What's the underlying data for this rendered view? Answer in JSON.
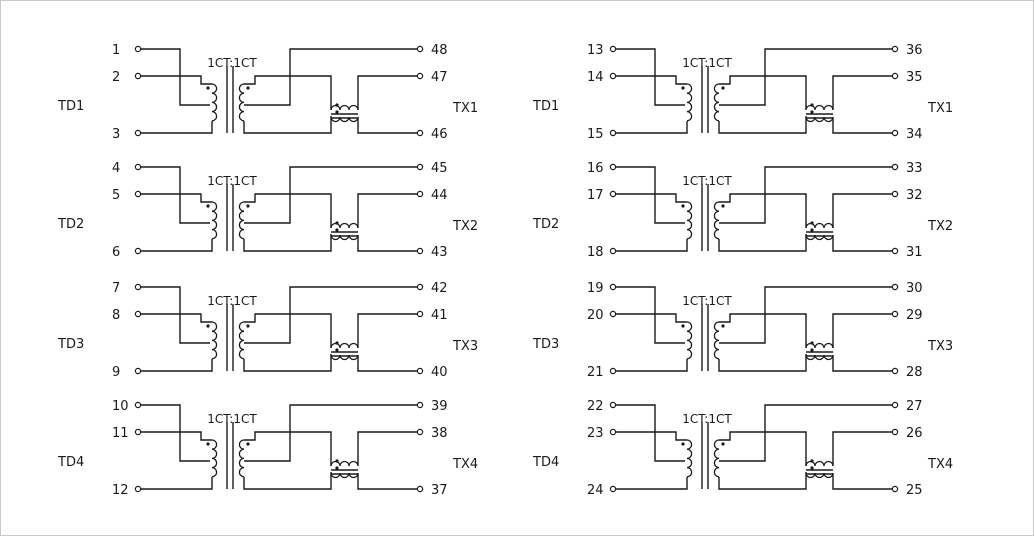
{
  "ratio_label": "1CT:1CT",
  "channels": [
    {
      "td": "TD1",
      "tx": "TX1",
      "left": [
        "1",
        "2",
        "3"
      ],
      "right": [
        "48",
        "47",
        "46"
      ]
    },
    {
      "td": "TD2",
      "tx": "TX2",
      "left": [
        "4",
        "5",
        "6"
      ],
      "right": [
        "45",
        "44",
        "43"
      ]
    },
    {
      "td": "TD3",
      "tx": "TX3",
      "left": [
        "7",
        "8",
        "9"
      ],
      "right": [
        "42",
        "41",
        "40"
      ]
    },
    {
      "td": "TD4",
      "tx": "TX4",
      "left": [
        "10",
        "11",
        "12"
      ],
      "right": [
        "39",
        "38",
        "37"
      ]
    },
    {
      "td": "TD1",
      "tx": "TX1",
      "left": [
        "13",
        "14",
        "15"
      ],
      "right": [
        "36",
        "35",
        "34"
      ]
    },
    {
      "td": "TD2",
      "tx": "TX2",
      "left": [
        "16",
        "17",
        "18"
      ],
      "right": [
        "33",
        "32",
        "31"
      ]
    },
    {
      "td": "TD3",
      "tx": "TX3",
      "left": [
        "19",
        "20",
        "21"
      ],
      "right": [
        "30",
        "29",
        "28"
      ]
    },
    {
      "td": "TD4",
      "tx": "TX4",
      "left": [
        "22",
        "23",
        "24"
      ],
      "right": [
        "27",
        "26",
        "25"
      ]
    }
  ]
}
